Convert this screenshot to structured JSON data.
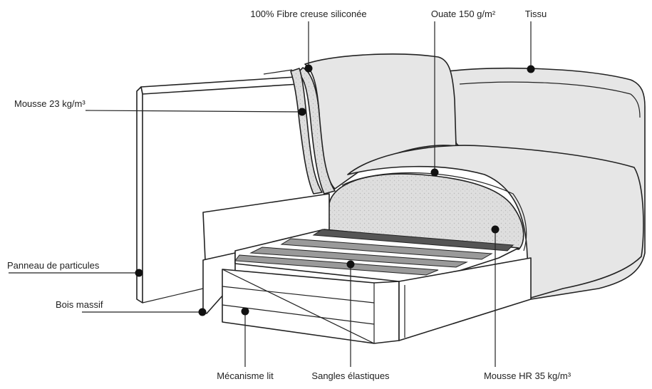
{
  "labels": {
    "fibre": "100% Fibre creuse siliconée",
    "ouate": "Ouate 150 g/m²",
    "tissu": "Tissu",
    "mousse23": "Mousse 23 kg/m³",
    "panneau": "Panneau de particules",
    "bois": "Bois massif",
    "mecanisme": "Mécanisme lit",
    "sangles": "Sangles élastiques",
    "mousse_hr": "Mousse HR 35 kg/m³"
  },
  "colors": {
    "fabric": "#e6e6e6",
    "foam": "#dcdcdc",
    "wood": "#ffffff",
    "strap_dark": "#555555",
    "strap_mid": "#9a9a9a",
    "outline": "#222222"
  }
}
